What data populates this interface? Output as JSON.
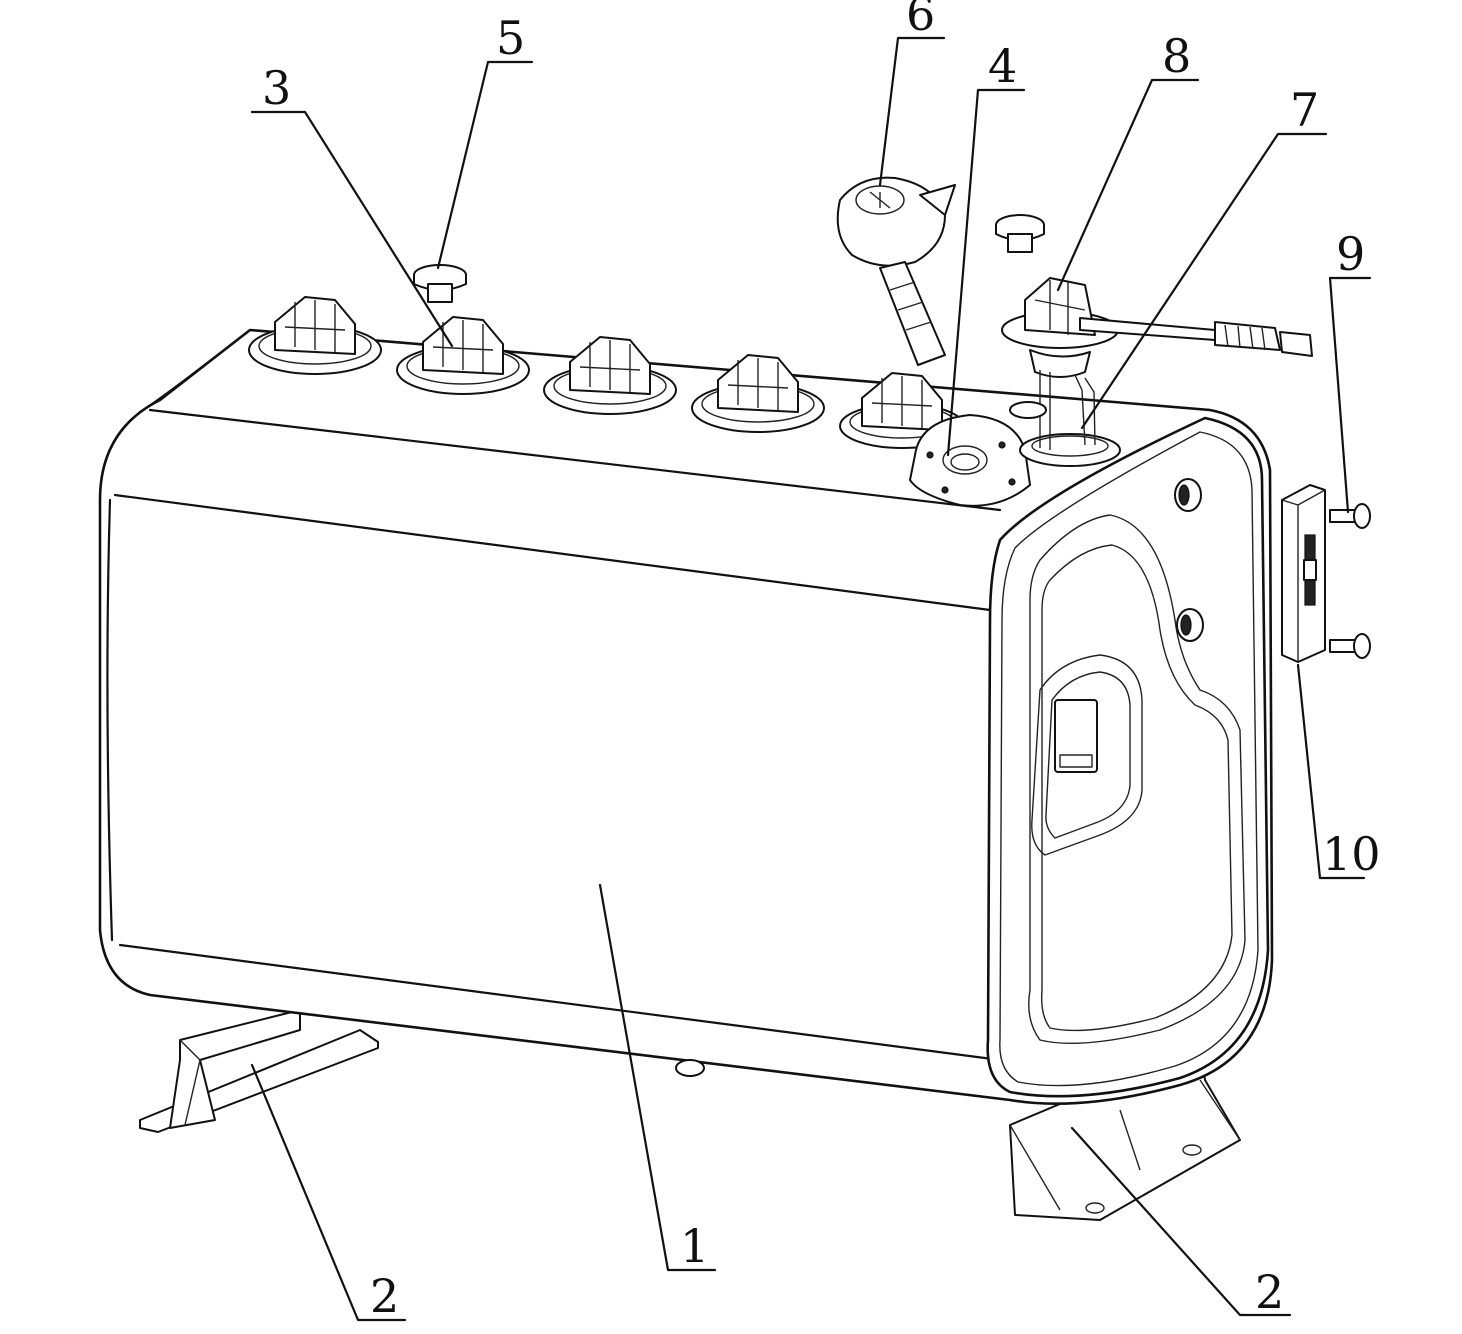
{
  "labels": {
    "body": "1",
    "support_left": "2",
    "support_right": "2",
    "valve": "3",
    "flange": "4",
    "cap": "5",
    "filler": "6",
    "pipe": "7",
    "sensor": "8",
    "screw": "9",
    "plate": "10"
  }
}
